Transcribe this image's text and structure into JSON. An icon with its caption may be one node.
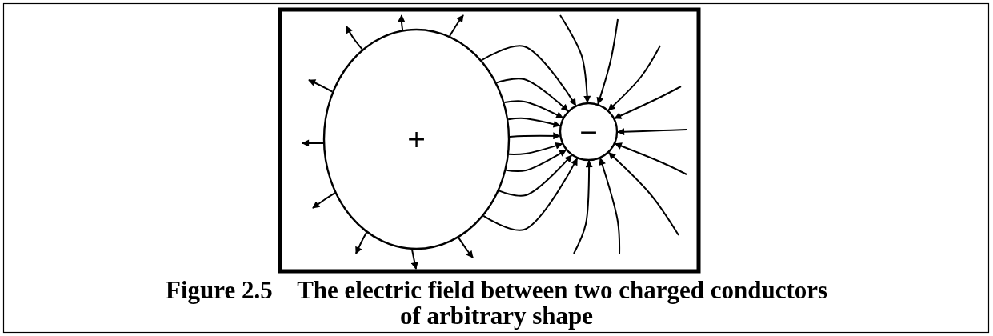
{
  "diagram": {
    "caption": "Figure 2.5    The electric field between two charged conductors of arbitrary shape",
    "nodes": [
      {
        "text": [
          "+"
        ]
      },
      {
        "text": [
          "−"
        ]
      }
    ],
    "edges": [
      {
        "from": 0,
        "to": 1,
        "arrow": "to"
      },
      {
        "from": 0,
        "to": 1,
        "arrow": "to"
      },
      {
        "from": 0,
        "to": 1,
        "arrow": "to"
      },
      {
        "from": 0,
        "to": 1,
        "arrow": "to"
      },
      {
        "from": 0,
        "to": 1,
        "arrow": "to"
      },
      {
        "from": 0,
        "to": 1,
        "arrow": "to"
      },
      {
        "from": 0,
        "to": 1,
        "arrow": "to"
      },
      {
        "from": 0,
        "to": 1,
        "arrow": "to"
      },
      {
        "from": 0,
        "to": 1,
        "arrow": "to"
      },
      {
        "from": 0,
        "to": null,
        "arrow": "to"
      },
      {
        "from": 0,
        "to": null,
        "arrow": "to"
      },
      {
        "from": 0,
        "to": null,
        "arrow": "to"
      },
      {
        "from": 0,
        "to": null,
        "arrow": "to"
      },
      {
        "from": 0,
        "to": null,
        "arrow": "to"
      },
      {
        "from": 0,
        "to": null,
        "arrow": "to"
      },
      {
        "from": 0,
        "to": null,
        "arrow": "to"
      },
      {
        "from": 0,
        "to": null,
        "arrow": "to"
      },
      {
        "from": 0,
        "to": null,
        "arrow": "to"
      },
      {
        "from": null,
        "to": 1,
        "arrow": "to"
      },
      {
        "from": null,
        "to": 1,
        "arrow": "to"
      },
      {
        "from": null,
        "to": 1,
        "arrow": "to"
      },
      {
        "from": null,
        "to": 1,
        "arrow": "to"
      },
      {
        "from": null,
        "to": 1,
        "arrow": "to"
      },
      {
        "from": null,
        "to": 1,
        "arrow": "to"
      },
      {
        "from": null,
        "to": 1,
        "arrow": "to"
      },
      {
        "from": null,
        "to": 1,
        "arrow": "to"
      },
      {
        "from": null,
        "to": 1,
        "arrow": "to"
      }
    ]
  }
}
